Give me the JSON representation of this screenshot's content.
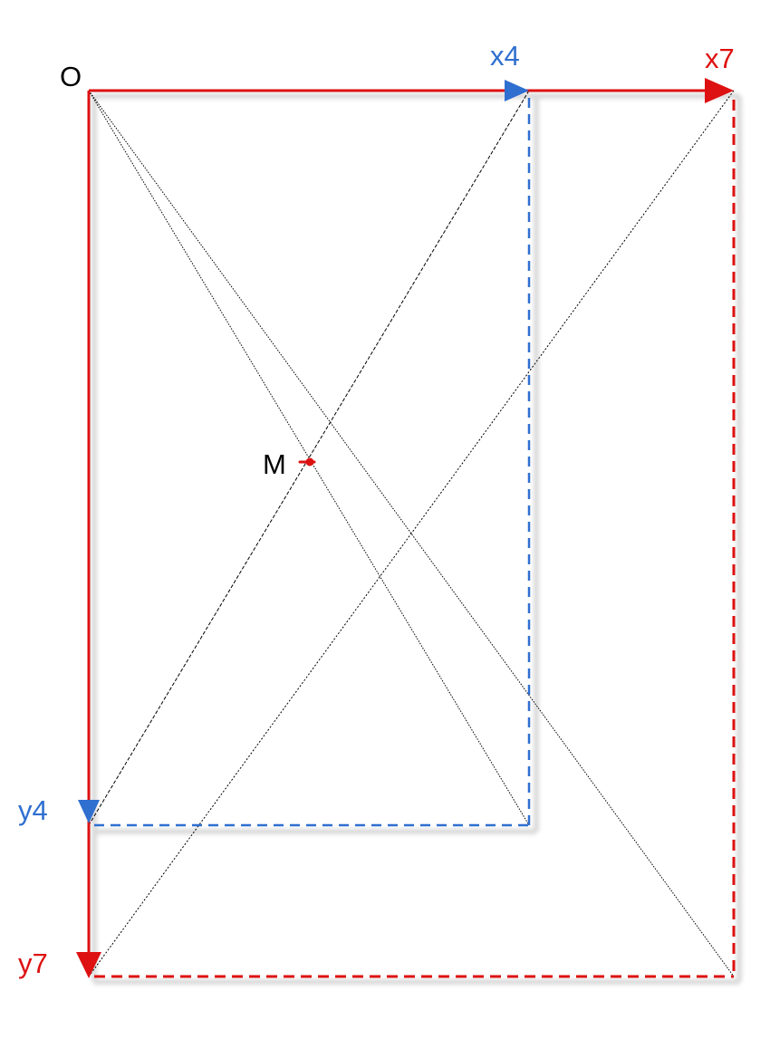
{
  "labels": {
    "origin": "O",
    "x4": "x4",
    "x7": "x7",
    "y4": "y4",
    "y7": "y7",
    "m": "M"
  },
  "colors": {
    "red": "#dd1111",
    "blue": "#2f6fd0",
    "black": "#000000",
    "shadow": "#d9d9d9"
  }
}
